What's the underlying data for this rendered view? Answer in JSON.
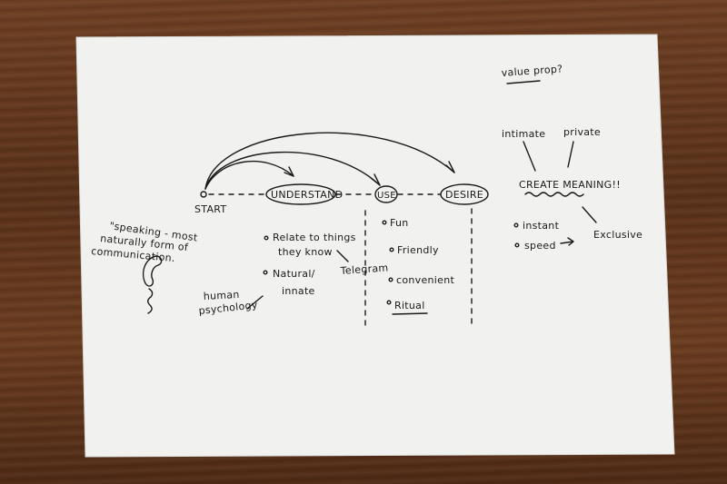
{
  "sketch": {
    "value_prop": "value prop?",
    "intimate": "intimate",
    "private": "private",
    "create_meaning": "CREATE MEANING!!",
    "exclusive": "Exclusive",
    "instant": "instant",
    "speed": "speed",
    "start": "START",
    "understand": "UNDERSTAND",
    "use": "USE",
    "desire": "DESIRE",
    "quote_line1": "\"speaking - most",
    "quote_line2": "naturally form of",
    "quote_line3": "communication.",
    "relate_line1": "Relate to things",
    "relate_line2": "they know",
    "telegram": "Telegram",
    "natural_line1": "Natural/",
    "natural_line2": "innate",
    "human_line1": "human",
    "human_line2": "psychology",
    "fun": "Fun",
    "friendly": "Friendly",
    "convenient": "convenient",
    "ritual": "Ritual"
  }
}
